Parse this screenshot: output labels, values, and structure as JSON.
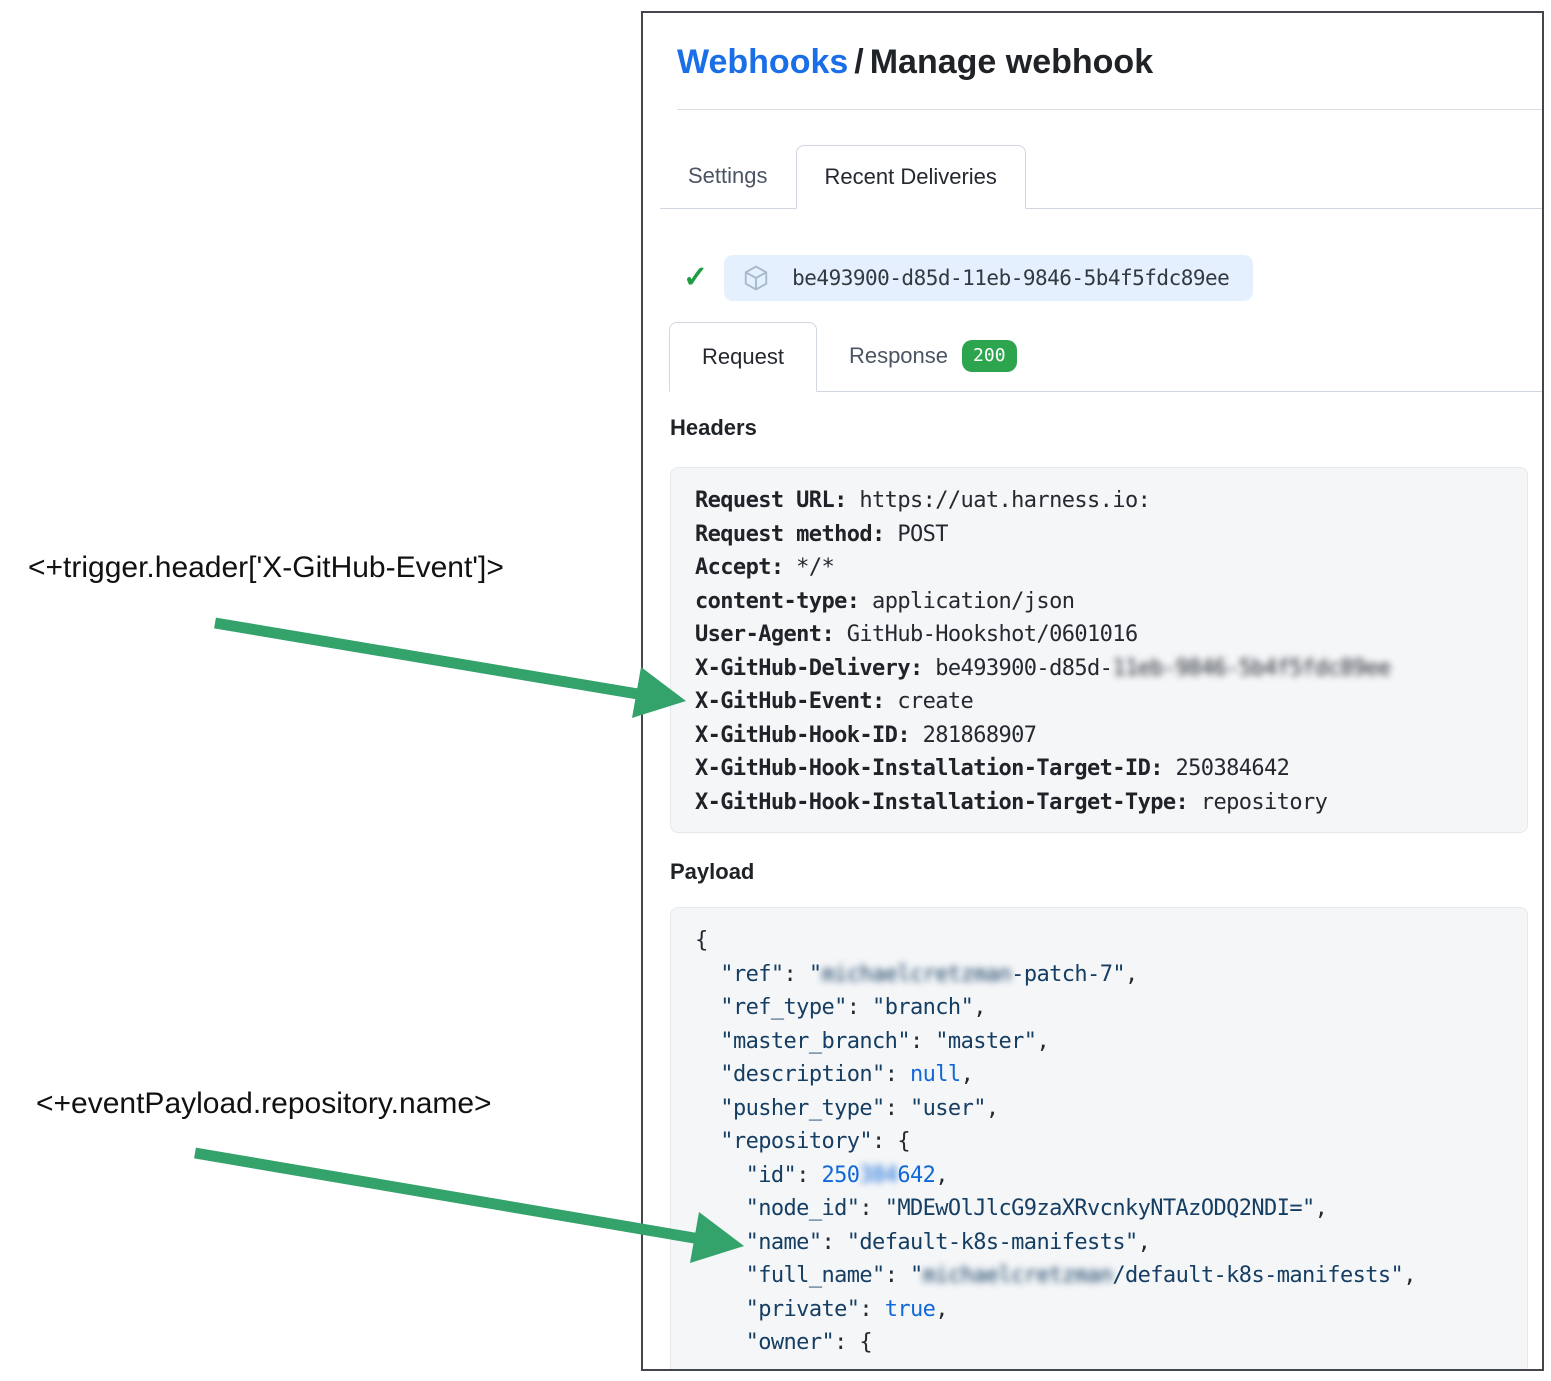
{
  "annotations": {
    "arrow_color": "#34a26b",
    "trigger_expression": "<+trigger.header['X-GitHub-Event']>",
    "payload_expression": "<+eventPayload.repository.name>"
  },
  "page": {
    "breadcrumb": {
      "parent": "Webhooks",
      "separator": "/",
      "current": "Manage webhook"
    },
    "tabs": [
      {
        "label": "Settings",
        "active": false
      },
      {
        "label": "Recent Deliveries",
        "active": true
      }
    ],
    "delivery": {
      "status": "success",
      "id": "be493900-d85d-11eb-9846-5b4f5fdc89ee",
      "check_glyph": "✓"
    },
    "subtabs": [
      {
        "label": "Request",
        "active": true
      },
      {
        "label": "Response",
        "active": false,
        "badge": "200"
      }
    ],
    "headers_section": {
      "title": "Headers",
      "rows": [
        {
          "name": "Request URL",
          "value": "https://uat.harness.io:"
        },
        {
          "name": "Request method",
          "value": "POST"
        },
        {
          "name": "Accept",
          "value": "*/*"
        },
        {
          "name": "content-type",
          "value": "application/json"
        },
        {
          "name": "User-Agent",
          "value": "GitHub-Hookshot/0601016"
        },
        {
          "name": "X-GitHub-Delivery",
          "value": "be493900-d85d-",
          "redacted": "11eb-9846-5b4f5fdc89ee"
        },
        {
          "name": "X-GitHub-Event",
          "value": "create"
        },
        {
          "name": "X-GitHub-Hook-ID",
          "value": "281868907"
        },
        {
          "name": "X-GitHub-Hook-Installation-Target-ID",
          "value": "250384642"
        },
        {
          "name": "X-GitHub-Hook-Installation-Target-Type",
          "value": "repository"
        }
      ]
    },
    "payload_section": {
      "title": "Payload",
      "lines": [
        [
          {
            "t": "p",
            "v": "{"
          }
        ],
        [
          {
            "t": "p",
            "v": "  "
          },
          {
            "t": "s",
            "v": "\"ref\""
          },
          {
            "t": "p",
            "v": ": "
          },
          {
            "t": "s",
            "v": "\""
          },
          {
            "t": "s",
            "v": "michaelcretzman",
            "blur": true
          },
          {
            "t": "s",
            "v": "-patch-7\""
          },
          {
            "t": "p",
            "v": ","
          }
        ],
        [
          {
            "t": "p",
            "v": "  "
          },
          {
            "t": "s",
            "v": "\"ref_type\""
          },
          {
            "t": "p",
            "v": ": "
          },
          {
            "t": "s",
            "v": "\"branch\""
          },
          {
            "t": "p",
            "v": ","
          }
        ],
        [
          {
            "t": "p",
            "v": "  "
          },
          {
            "t": "s",
            "v": "\"master_branch\""
          },
          {
            "t": "p",
            "v": ": "
          },
          {
            "t": "s",
            "v": "\"master\""
          },
          {
            "t": "p",
            "v": ","
          }
        ],
        [
          {
            "t": "p",
            "v": "  "
          },
          {
            "t": "s",
            "v": "\"description\""
          },
          {
            "t": "p",
            "v": ": "
          },
          {
            "t": "l",
            "v": "null"
          },
          {
            "t": "p",
            "v": ","
          }
        ],
        [
          {
            "t": "p",
            "v": "  "
          },
          {
            "t": "s",
            "v": "\"pusher_type\""
          },
          {
            "t": "p",
            "v": ": "
          },
          {
            "t": "s",
            "v": "\"user\""
          },
          {
            "t": "p",
            "v": ","
          }
        ],
        [
          {
            "t": "p",
            "v": "  "
          },
          {
            "t": "s",
            "v": "\"repository\""
          },
          {
            "t": "p",
            "v": ": {"
          }
        ],
        [
          {
            "t": "p",
            "v": "    "
          },
          {
            "t": "s",
            "v": "\"id\""
          },
          {
            "t": "p",
            "v": ": "
          },
          {
            "t": "l",
            "v": "250"
          },
          {
            "t": "l",
            "v": "384",
            "blur": true
          },
          {
            "t": "l",
            "v": "642"
          },
          {
            "t": "p",
            "v": ","
          }
        ],
        [
          {
            "t": "p",
            "v": "    "
          },
          {
            "t": "s",
            "v": "\"node_id\""
          },
          {
            "t": "p",
            "v": ": "
          },
          {
            "t": "s",
            "v": "\"MDEwOlJlcG9zaXRvcnkyNTAzODQ2NDI=\""
          },
          {
            "t": "p",
            "v": ","
          }
        ],
        [
          {
            "t": "p",
            "v": "    "
          },
          {
            "t": "s",
            "v": "\"name\""
          },
          {
            "t": "p",
            "v": ": "
          },
          {
            "t": "s",
            "v": "\"default-k8s-manifests\""
          },
          {
            "t": "p",
            "v": ","
          }
        ],
        [
          {
            "t": "p",
            "v": "    "
          },
          {
            "t": "s",
            "v": "\"full_name\""
          },
          {
            "t": "p",
            "v": ": "
          },
          {
            "t": "s",
            "v": "\""
          },
          {
            "t": "s",
            "v": "michaelcretzman",
            "blur": true
          },
          {
            "t": "s",
            "v": "/default-k8s-manifests\""
          },
          {
            "t": "p",
            "v": ","
          }
        ],
        [
          {
            "t": "p",
            "v": "    "
          },
          {
            "t": "s",
            "v": "\"private\""
          },
          {
            "t": "p",
            "v": ": "
          },
          {
            "t": "l",
            "v": "true"
          },
          {
            "t": "p",
            "v": ","
          }
        ],
        [
          {
            "t": "p",
            "v": "    "
          },
          {
            "t": "s",
            "v": "\"owner\""
          },
          {
            "t": "p",
            "v": ": {"
          }
        ]
      ]
    }
  }
}
